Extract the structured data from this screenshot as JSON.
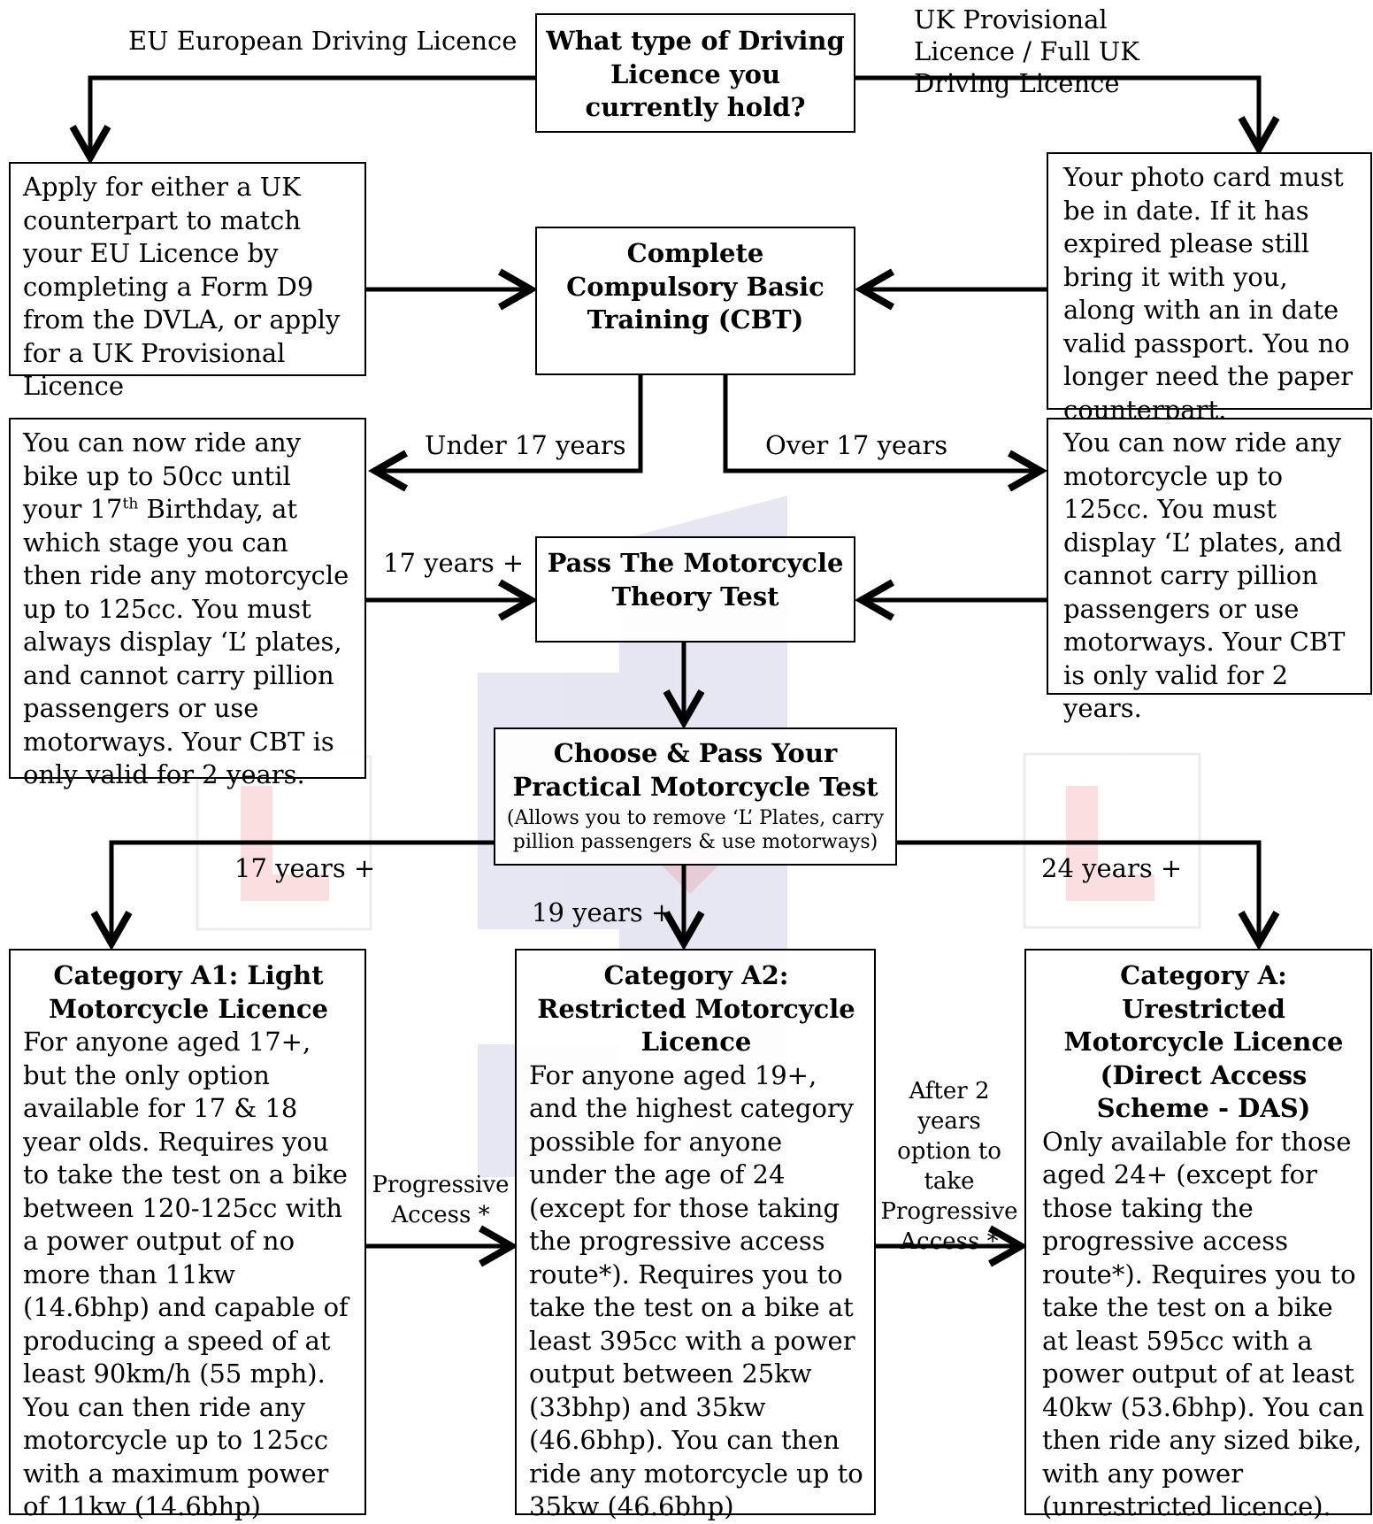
{
  "question": "What type of Driving Licence you currently hold?",
  "branch_eu": "EU European Driving Licence",
  "branch_uk": "UK Provisional Licence / Full UK Driving Licence",
  "eu_box": "Apply for either a UK counterpart to match your EU Licence by completing a Form D9 from the DVLA, or apply for a UK Provisional Licence",
  "uk_box": "Your photo card must be in date.  If it has expired please still bring it with you, along with an in date valid passport.  You no longer need the paper counterpart.",
  "cbt": "Complete Compulsory Basic Training (CBT)",
  "under17_label": "Under 17 years",
  "over17_label": "Over 17 years",
  "under17_box": {
    "before_sup": "You can now ride any bike up to 50cc until your 17",
    "sup": "th",
    "after_sup": " Birthday, at which stage you can then ride any motorcycle up to 125cc.  You must always display ‘L’ plates, and cannot carry pillion passengers or use motorways.  Your CBT is only valid for 2 years."
  },
  "over17_box": "You can now ride any motorcycle up to 125cc.  You must display ‘L’ plates, and cannot carry pillion passengers or use motorways.  Your CBT is only valid for 2 years.",
  "age17plus_theory": "17 years +",
  "theory": "Pass The Motorcycle Theory Test",
  "practical": {
    "title": "Choose & Pass Your Practical Motorcycle Test",
    "note": "(Allows you to remove ‘L’ Plates, carry pillion passengers & use motorways)"
  },
  "age_a1": "17 years +",
  "age_a2": "19 years +",
  "age_a": "24 years +",
  "cat_a1": {
    "title": "Category A1: Light Motorcycle Licence",
    "body": "For anyone aged 17+, but the only option available for 17 & 18 year olds.  Requires you to take the test on a bike between 120-125cc with a power output of no more than 11kw (14.6bhp) and capable of producing a speed of at least 90km/h (55 mph).  You can then ride any motorcycle up to 125cc with a maximum power of 11kw (14.6bhp)"
  },
  "cat_a2": {
    "title": "Category A2: Restricted Motorcycle Licence",
    "body": "For anyone aged 19+, and the highest category possible for anyone under the age of 24 (except for those taking the progressive access route*).  Requires you to take the test on a bike at least 395cc with a power output between 25kw (33bhp) and 35kw (46.6bhp).   You can then ride any motorcycle up to 35kw (46.6bhp)"
  },
  "cat_a": {
    "title": "Category A: Urestricted Motorcycle Licence (Direct Access Scheme - DAS)",
    "body": "Only available for those aged 24+ (except for those taking the progressive access route*).   Requires you to take the test on a bike at least 595cc with a power output of at least 40kw (53.6bhp).  You can then ride any sized bike, with any power (unrestricted licence)."
  },
  "progressive_a1_a2": "Progressive Access *",
  "progressive_a2_a": "After 2 years option to take Progressive Access *",
  "colors": {
    "arrow": "#000000",
    "watermark_red": "#e8212e",
    "watermark_blue": "#3b3b9e"
  }
}
